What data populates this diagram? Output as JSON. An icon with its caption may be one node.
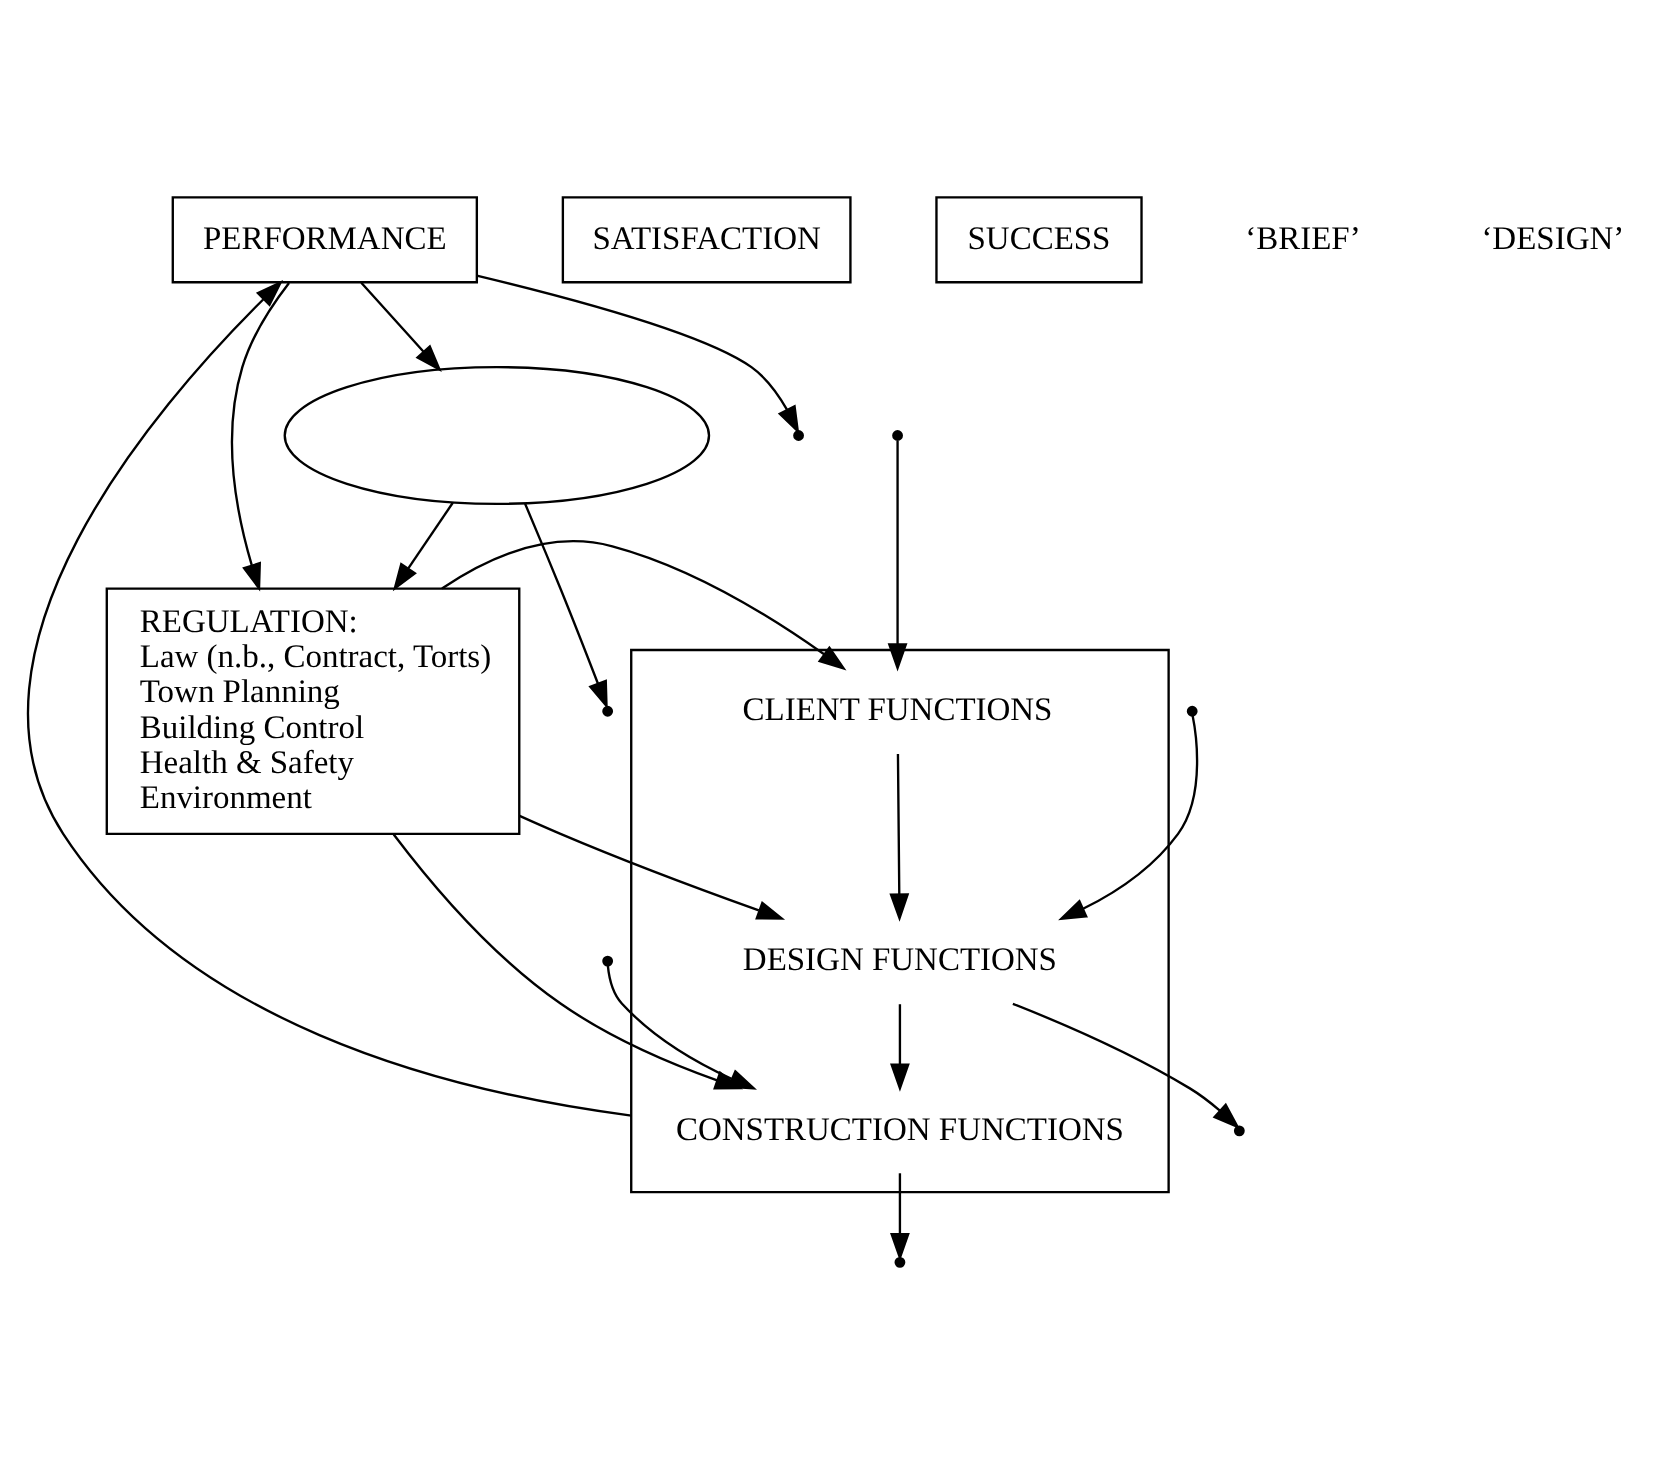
{
  "diagram": {
    "nodes": [
      {
        "text": [],
        "shape": "box"
      },
      {
        "text": [
          "CLIENT FUNCTIONS"
        ],
        "in": 0
      },
      {
        "text": [
          "DESIGN FUNCTIONS"
        ],
        "in": 0
      },
      {
        "text": [
          "CONSTRUCTION FUNCTIONS"
        ],
        "in": 0
      },
      {
        "text": [
          "REGULATION:",
          "Law (n.b., Contract, Torts)",
          "Town Planning",
          "Building Control",
          "Health & Safety",
          "Environment"
        ]
      },
      {
        "text": [
          "PERFORMANCE"
        ]
      },
      {
        "text": [],
        "shape": "ellipse"
      },
      {
        "text": [
          "SATISFACTION"
        ]
      },
      {
        "text": [
          "SUCCESS"
        ]
      }
    ],
    "edges": [
      {
        "from": 1,
        "to": 2,
        "arrow": "to"
      },
      {
        "from": 2,
        "to": 3,
        "arrow": "to"
      },
      {
        "from": 4,
        "to": 1,
        "arrow": "to"
      },
      {
        "from": 4,
        "to": 2,
        "arrow": "to"
      },
      {
        "from": 4,
        "to": 3,
        "arrow": "to"
      },
      {
        "from": null,
        "to": 1,
        "arrow": "to"
      },
      {
        "from": null,
        "to": 2,
        "arrow": "to"
      },
      {
        "from": 2,
        "to": null,
        "arrow": "to"
      },
      {
        "from": null,
        "to": 3,
        "arrow": "to"
      },
      {
        "from": 3,
        "to": null,
        "arrow": "to"
      },
      {
        "from": 0,
        "to": 5,
        "arrow": "to"
      },
      {
        "from": 5,
        "to": 6,
        "arrow": "to"
      },
      {
        "from": 5,
        "to": null,
        "arrow": "to"
      },
      {
        "from": 5,
        "to": 4,
        "arrow": "to"
      },
      {
        "from": 6,
        "to": null,
        "arrow": "to"
      },
      {
        "from": 6,
        "to": 4,
        "arrow": "to"
      }
    ],
    "labels": [
      "‘BRIEF’",
      "‘DESIGN’"
    ]
  }
}
